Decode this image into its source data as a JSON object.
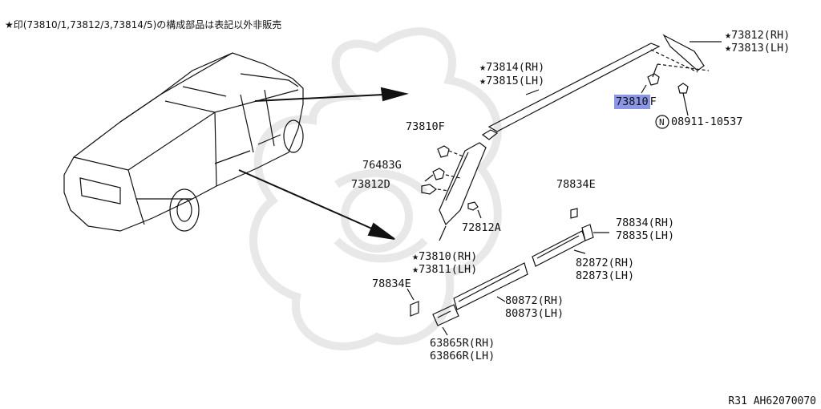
{
  "note": "★印(73810/1,73812/3,73814/5)の構成部品は表記以外非販売",
  "parts": {
    "p73812": "★73812(RH)",
    "p73813": "★73813(LH)",
    "p73814": "★73814(RH)",
    "p73815": "★73815(LH)",
    "p73810F_top": "73810F",
    "p73810F_hl_a": "7381",
    "p73810F_hl_b": "0",
    "p73810F_hl_c": "F",
    "p08911": "08911-10537",
    "p08911_sym": "N",
    "p76483G": "76483G",
    "p73812D": "73812D",
    "p72812A": "72812A",
    "p73810": "★73810(RH)",
    "p73811": "★73811(LH)",
    "p78834E_a": "78834E",
    "p78834E_b": "78834E",
    "p78834": "78834(RH)",
    "p78835": "78835(LH)",
    "p82872": "82872(RH)",
    "p82873": "82873(LH)",
    "p80872": "80872(RH)",
    "p80873": "80873(LH)",
    "p63865R": "63865R(RH)",
    "p63866R": "63866R(LH)"
  },
  "footer": "R31  AH62070070",
  "colors": {
    "highlight": "#8c96e6",
    "ink": "#111111",
    "watermark": "#e4e4e4"
  }
}
